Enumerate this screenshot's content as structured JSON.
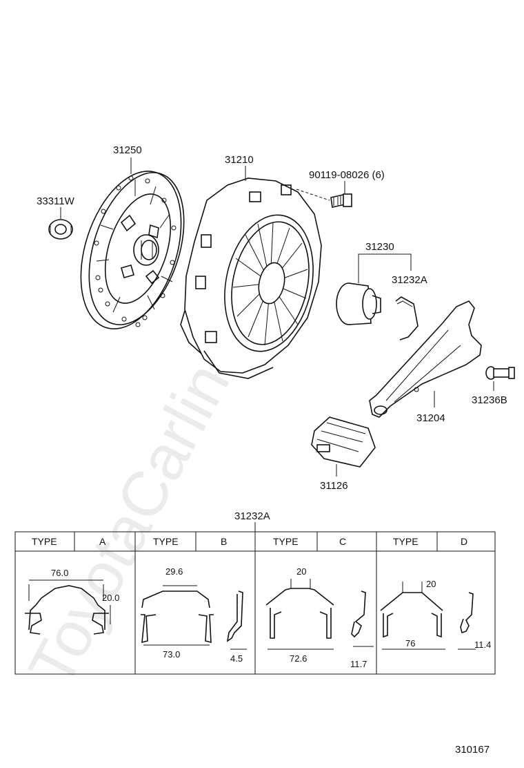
{
  "watermark": "ToyotaCarline.ru",
  "parts": {
    "p31250": "31250",
    "p33311w": "33311W",
    "p31210": "31210",
    "p90119": "90119-08026 (6)",
    "p31230": "31230",
    "p31232a": "31232A",
    "p31236b": "31236B",
    "p31204": "31204",
    "p31126": "31126"
  },
  "table": {
    "title": "31232A",
    "type_label": "TYPE",
    "types": [
      "A",
      "B",
      "C",
      "D"
    ],
    "dims": {
      "a_width": "76.0",
      "a_height": "20.0",
      "b_top": "29.6",
      "b_width": "73.0",
      "b_side": "4.5",
      "c_top": "20",
      "c_width": "72.6",
      "c_side": "11.7",
      "d_top": "20",
      "d_width": "76",
      "d_side": "11.4"
    }
  },
  "diagram_id": "310167"
}
